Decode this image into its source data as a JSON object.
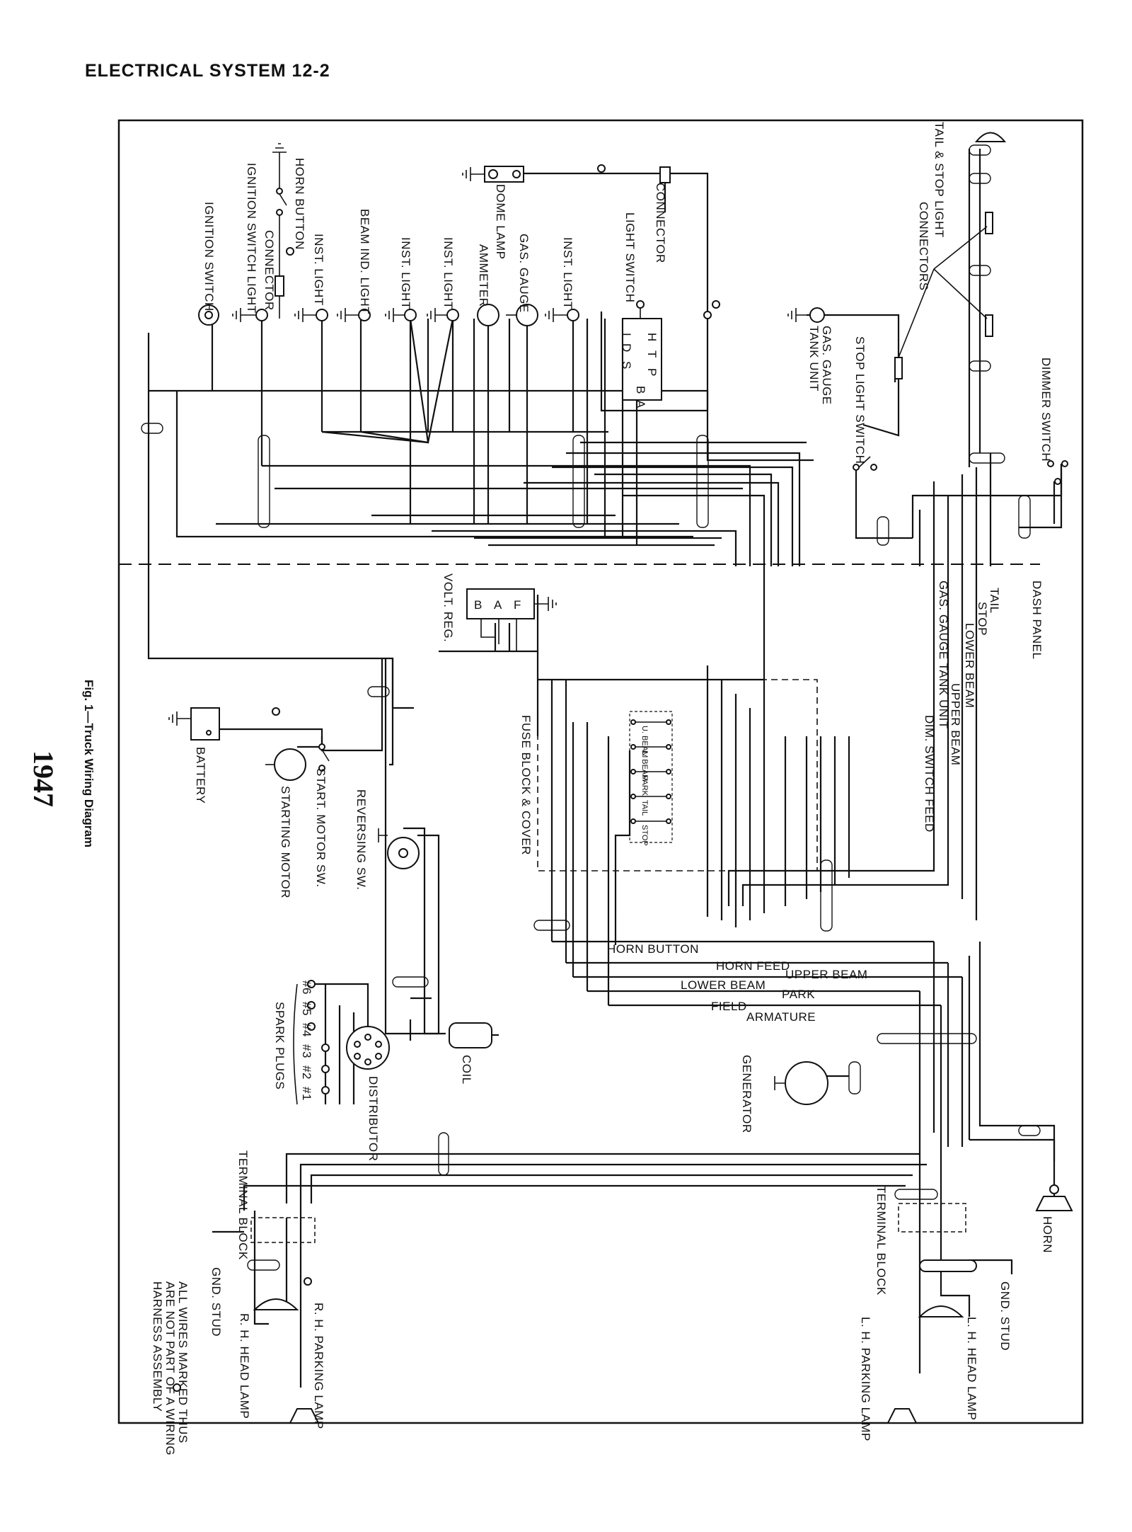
{
  "header": {
    "title": "ELECTRICAL SYSTEM 12-2"
  },
  "caption": {
    "figure": "Fig. 1—Truck Wiring Diagram",
    "year": "1947"
  },
  "labels": {
    "tail_stop_light": "TAIL & STOP LIGHT",
    "connectors": "CONNECTORS",
    "horn_button": "HORN BUTTON",
    "connector_top": "CONNECTOR",
    "ignition_switch_light": "IGNITION SWITCH LIGHT",
    "ignition_switch": "IGNITION SWITCH",
    "inst_light": "INST. LIGHT",
    "beam_ind_light": "BEAM IND. LIGHT",
    "ammeter": "AMMETER",
    "gas_gauge": "GAS. GAUGE",
    "dome_lamp": "DOME LAMP",
    "connector": "CONNECTOR",
    "light_switch": "LIGHT SWITCH",
    "gas_gauge_tank_unit_1": "GAS. GAUGE",
    "gas_gauge_tank_unit_2": "TANK UNIT",
    "stop_light_switch": "STOP LIGHT SWITCH",
    "dimmer_switch": "DIMMER SWITCH",
    "dash_panel": "DASH PANEL",
    "tail": "TAIL",
    "stop": "STOP",
    "lower_beam": "LOWER BEAM",
    "upper_beam": "UPPER BEAM",
    "gas_gauge_tank_unit": "GAS. GAUGE TANK UNIT",
    "dim_switch_feed": "DIM. SWITCH FEED",
    "volt_reg": "VOLT. REG.",
    "fuse_block": "FUSE BLOCK & COVER",
    "battery": "BATTERY",
    "start_motor_sw": "START. MOTOR SW.",
    "starting_motor": "STARTING MOTOR",
    "reversing_sw": "REVERSING SW.",
    "horn_button_wire": "HORN BUTTON",
    "horn_feed": "HORN FEED",
    "upper_beam_wire": "UPPER BEAM",
    "lower_beam_wire": "LOWER BEAM",
    "park": "PARK",
    "field": "FIELD",
    "armature": "ARMATURE",
    "coil": "COIL",
    "distributor": "DISTRIBUTOR",
    "spark_plugs": "SPARK PLUGS",
    "generator": "GENERATOR",
    "horn": "HORN",
    "terminal_block_left": "TERMINAL BLOCK",
    "terminal_block_right": "TERMINAL BLOCK",
    "gnd_stud_left": "GND. STUD",
    "gnd_stud_right": "GND. STUD",
    "rh_head_lamp": "R. H. HEAD LAMP",
    "rh_parking_lamp": "R. H. PARKING LAMP",
    "lh_head_lamp": "L. H. HEAD LAMP",
    "lh_parking_lamp": "L. H. PARKING LAMP",
    "note_1": "ALL WIRES MARKED THUS",
    "note_2": "ARE NOT PART OF A WIRING",
    "note_3": "HARNESS ASSEMBLY"
  },
  "volt_reg_terminals": [
    "B",
    "A",
    "F"
  ],
  "fuse_labels": [
    "U. BEAM",
    "L. BEAM",
    "PARK",
    "TAIL",
    "STOP"
  ],
  "light_switch_terminals": [
    "H",
    "T",
    "P",
    "D",
    "S",
    "B",
    "A",
    "I"
  ],
  "spark_plug_numbers": [
    "#6",
    "#5",
    "#4",
    "#3",
    "#2",
    "#1"
  ]
}
